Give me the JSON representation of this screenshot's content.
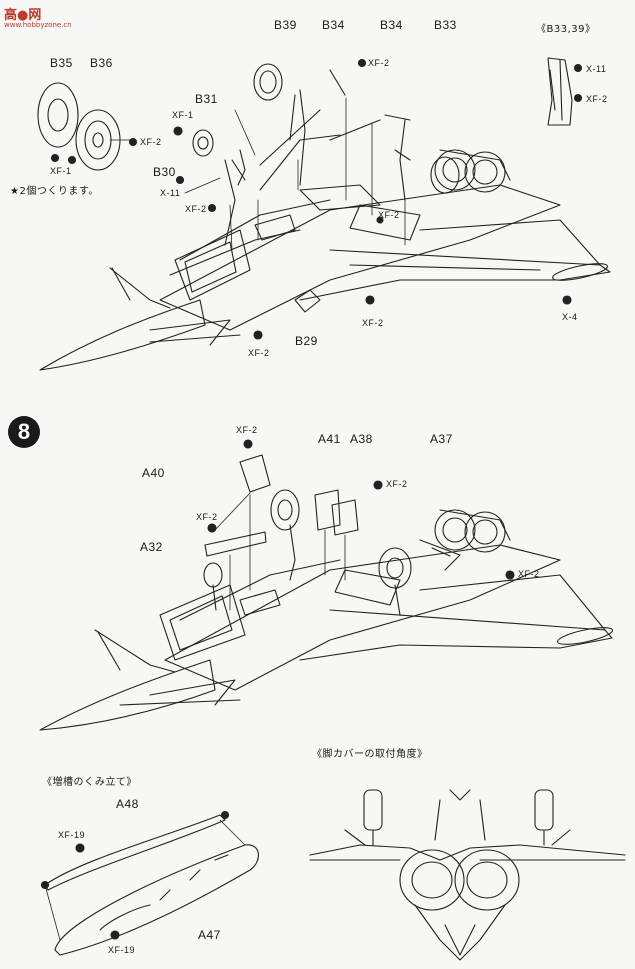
{
  "watermark": {
    "title": "高●网",
    "url": "www.hobbyzone.cn"
  },
  "step_number": "8",
  "notes": {
    "two_sets": "★2個つくります。",
    "detail_b33_39": "《B33,39》",
    "gear_cover_angle": "《脚カバーの取付角度》",
    "drop_tank": "《増槽のくみ立て》"
  },
  "upper": {
    "parts": {
      "b35": "B35",
      "b36": "B36",
      "b31": "B31",
      "b30": "B30",
      "b39": "B39",
      "b34a": "B34",
      "b34b": "B34",
      "b33": "B33",
      "b29": "B29"
    },
    "screws": {
      "xf1a": "XF-1",
      "xf1b": "XF-1",
      "xf2a": "XF-2",
      "x11": "X-11",
      "xf2b": "XF-2",
      "xf2c": "XF-2",
      "xf2d": "XF-2",
      "xf2e": "XF-2",
      "xf2f": "XF-2",
      "x4": "X-4"
    },
    "detail_screws": {
      "x11": "X-11",
      "xf2": "XF-2"
    }
  },
  "lower": {
    "parts": {
      "a40": "A40",
      "a32": "A32",
      "a41": "A41",
      "a38": "A38",
      "a37": "A37"
    },
    "screws": {
      "xf2a": "XF-2",
      "xf2b": "XF-2",
      "xf2c": "XF-2",
      "xf2d": "XF-2"
    }
  },
  "tank": {
    "parts": {
      "a48": "A48",
      "a47": "A47"
    },
    "screws": {
      "xf19a": "XF-19",
      "xf19b": "XF-19"
    }
  }
}
